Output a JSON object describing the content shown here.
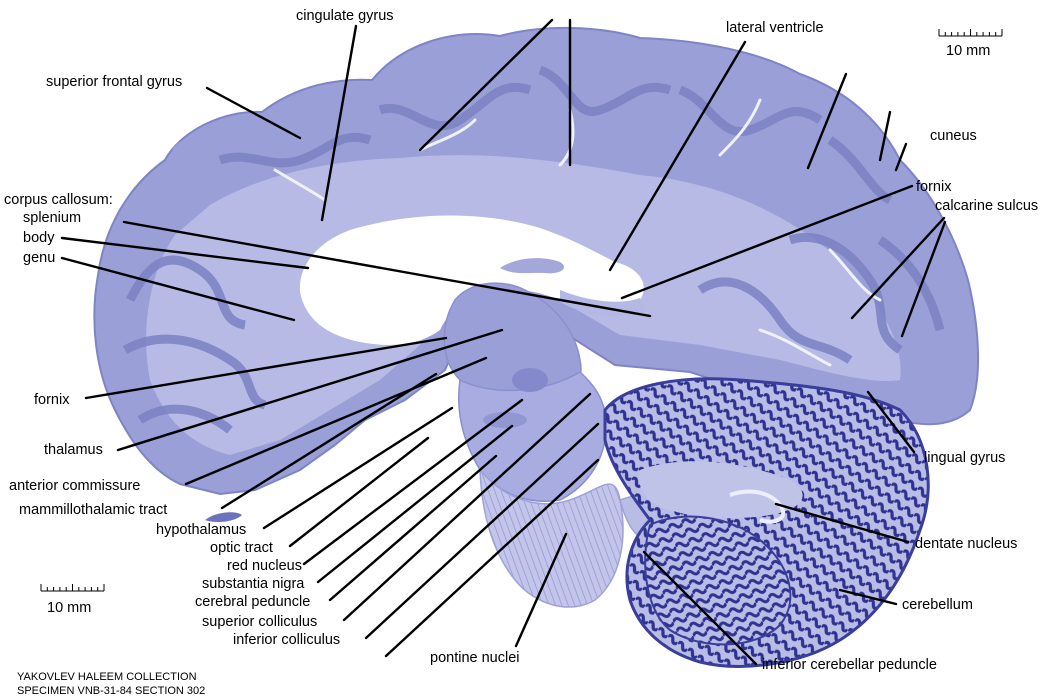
{
  "labels": {
    "cingulate_gyrus": "cingulate gyrus",
    "superior_frontal_gyrus": "superior frontal gyrus",
    "corpus_callosum": "corpus callosum:",
    "splenium": "splenium",
    "body": "body",
    "genu": "genu",
    "lateral_ventricle": "lateral ventricle",
    "cuneus": "cuneus",
    "fornix_upper": "fornix",
    "calcarine_sulcus": "calcarine sulcus",
    "fornix_lower": "fornix",
    "thalamus": "thalamus",
    "anterior_commissure": "anterior commissure",
    "mammillothalamic_tract": "mammillothalamic tract",
    "hypothalamus": "hypothalamus",
    "optic_tract": "optic tract",
    "red_nucleus": "red nucleus",
    "substantia_nigra": "substantia nigra",
    "cerebral_peduncle": "cerebral peduncle",
    "superior_colliculus": "superior colliculus",
    "inferior_colliculus": "inferior colliculus",
    "pontine_nuclei": "pontine nuclei",
    "lingual_gyrus": "lingual gyrus",
    "dentate_nucleus": "dentate nucleus",
    "cerebellum": "cerebellum",
    "inferior_cerebellar_peduncle": "inferior cerebellar peduncle"
  },
  "scale_bar_top": "10 mm",
  "scale_bar_bottom": "10 mm",
  "credit": {
    "line1": "YAKOVLEV HALEEM COLLECTION",
    "line2": "SPECIMEN VNB-31-84 SECTION 302"
  },
  "colors": {
    "tissue_gray": "#9a9fd8",
    "tissue_white": "#b9bde6",
    "stain_dark": "#3a3d9c",
    "background": "#ffffff"
  }
}
